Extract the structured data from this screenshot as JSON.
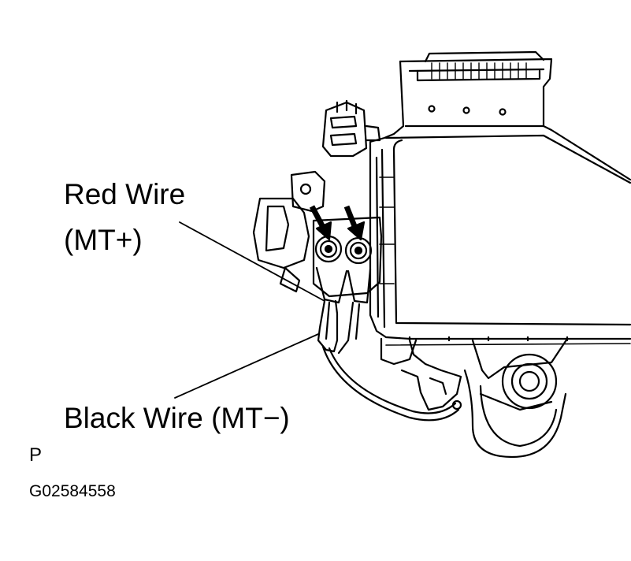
{
  "labels": {
    "red_wire": "Red Wire",
    "red_wire_terminal": "(MT+)",
    "black_wire": "Black Wire (MT−)",
    "view_letter": "P",
    "figure_code": "G02584558"
  },
  "colors": {
    "ink": "#000000",
    "background": "#ffffff"
  }
}
